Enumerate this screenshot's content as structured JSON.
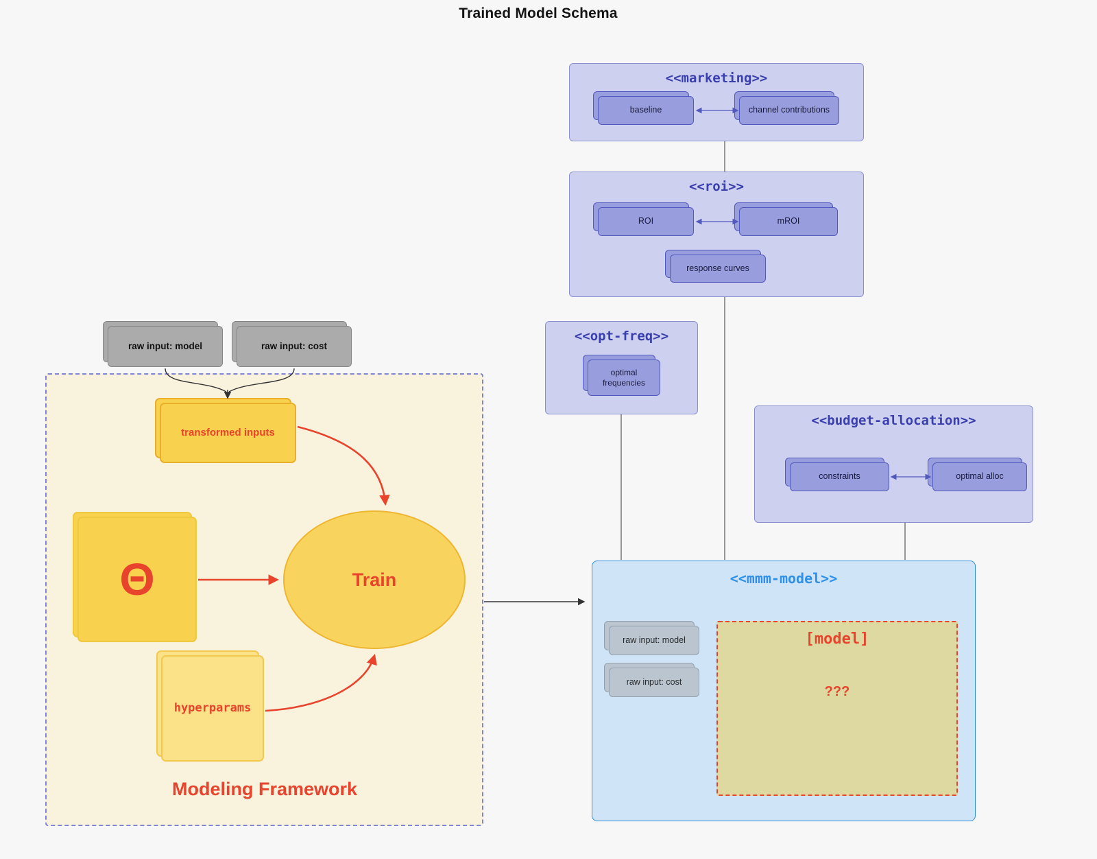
{
  "title": "Trained Model Schema",
  "stereotypes": {
    "marketing": {
      "title": "<<marketing>>",
      "cards": [
        "baseline",
        "channel contributions"
      ]
    },
    "roi": {
      "title": "<<roi>>",
      "cards": [
        "ROI",
        "mROI"
      ],
      "bottom_card": "response curves"
    },
    "opt_freq": {
      "title": "<<opt-freq>>",
      "card": "optimal frequencies"
    },
    "budget_allocation": {
      "title": "<<budget-allocation>>",
      "cards": [
        "constraints",
        "optimal alloc"
      ]
    },
    "mmm_model": {
      "title": "<<mmm-model>>",
      "cards": [
        "raw input: model",
        "raw input: cost"
      ],
      "model_box": {
        "label": "[model]",
        "placeholder": "???"
      }
    }
  },
  "inputs": {
    "cards": [
      "raw input: model",
      "raw input: cost"
    ]
  },
  "framework": {
    "label": "Modeling Framework",
    "transformed_inputs": "transformed inputs",
    "theta": "Θ",
    "train": "Train",
    "hyperparams": "hyperparams"
  },
  "colors": {
    "red": "#e8432c",
    "purple_title": "#3a3fae",
    "blue_title": "#2e90e8",
    "lavender_fill": "#cdd0ee",
    "purple_card": "#989ddd",
    "blue_fill": "#cfe4f6",
    "yellow": "#f8d24e",
    "khaki": "#ded9a1"
  }
}
